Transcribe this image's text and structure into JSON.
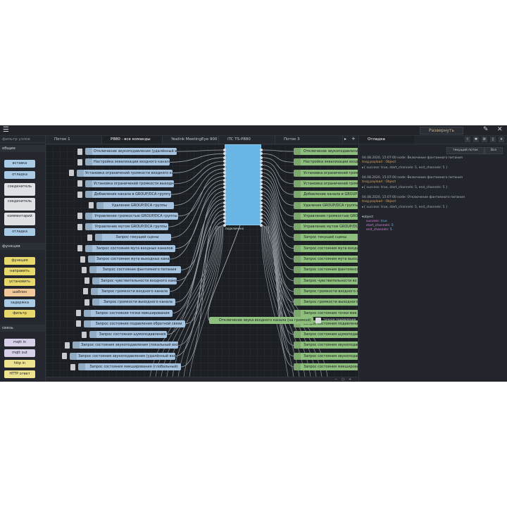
{
  "header": {
    "deploy_label": "Развернуть"
  },
  "palette": {
    "filter_placeholder": "фильтр узлов",
    "categories": [
      {
        "label": "общие",
        "nodes": [
          "вставка",
          "отладка",
          "соединитель",
          "соединитель",
          "комментарий",
          "отладка"
        ]
      },
      {
        "label": "функция",
        "nodes": [
          "функция",
          "направить",
          "установить",
          "шаблон",
          "задержка",
          "фильтр"
        ]
      },
      {
        "label": "связь",
        "nodes": [
          "mqtt in",
          "mqtt out",
          "http in",
          "HTTP ответ"
        ]
      }
    ]
  },
  "tabs": [
    "Поток 1",
    "P880 - все команды",
    "Yealink MeetingEye 900",
    "ITC TS-P880",
    "Поток 3"
  ],
  "left_nodes": [
    "Отключение звукоподавления (удалённый вход)",
    "Настройка эквализации входного канала",
    "Установка ограничений громкости входного канала",
    "Установка ограничений громкости выходного канала",
    "Добавление канала в GROUP/DCA группу",
    "Удаление GROUP/DCA группы",
    "Управление громкостью GROUP/DCA группы",
    "Управление мутом GROUP/DCA группы",
    "Запрос текущей сцены",
    "Запрос состояния мута входных каналов",
    "Запрос состояния мута выходных каналов",
    "Запрос состояния фантомного питания",
    "Запрос чувствительности входного канала",
    "Запрос громкости входного канала",
    "Запрос громкости выходного канала",
    "Запрос состояния точки микширования",
    "Запрос состояния подавления обратной связи",
    "Запрос состояния шумоподавления",
    "Запрос состояния звукоподавления (локальный вход)",
    "Запрос состояния звукоподавления (удалённый вход)",
    "Запрос состояния микширования (глобальный)"
  ],
  "right_nodes": [
    "Отключение звукоподавления",
    "Настройка эквализации входн",
    "Установка ограничений гром",
    "Установка ограничений гром",
    "Добавление канала в GROUP",
    "Удаление GROUP/DCA группы",
    "Управление громкостью GRO",
    "Управление мутом GROUP/DC",
    "Запрос текущей сцены",
    "Запрос состояния мута входн",
    "Запрос состояния мута выход",
    "Запрос состояния фантомног",
    "Запрос чувствительности вх",
    "Запрос громкости входного к",
    "Запрос громкости выходного",
    "Запрос состояния точки мик",
    "Запрос состояния подавлени",
    "Запрос состояния шумоподав",
    "Запрос состояния звукоподав",
    "Запрос состояния звукоподав",
    "Запрос состояния микширова"
  ],
  "center_node": {
    "label": "Отключение звука входного канала (на громкой)",
    "status": "точное подавление"
  },
  "big_node_caption": "подключено",
  "sidebar": {
    "title": "Отладка",
    "filter_label": "текущий поток",
    "all_label": "Все",
    "messages": [
      {
        "meta": "04.08.2020, 15:07:00   node: Включение фантомного питания",
        "path": "tnsg.payload : Object",
        "obj": "▸{ success: true, start_channels: 5, end_channels: 5 }"
      },
      {
        "meta": "04.08.2020, 15:07:00   node: Включение фантомного питания",
        "path": "tnsg.payload : Object",
        "obj": "▸{ success: true, start_channels: 5, end_channels: 5 }"
      },
      {
        "meta": "04.08.2020, 15:07:00   node: Отключение фантомного питания",
        "path": "tnsg.payload : Object",
        "obj": "▸{ success: true, start_channels: 5, end_channels: 5 }"
      }
    ],
    "expanded": {
      "head": "▾object",
      "rows": [
        {
          "key": "success",
          "value": "true"
        },
        {
          "key": "start_channels",
          "value": "5"
        },
        {
          "key": "end_channels",
          "value": "5"
        }
      ]
    }
  },
  "colors": {
    "function_node": "#a6c3df",
    "comment_node": "#8fbf7d",
    "big_node": "#69b5e6",
    "background": "#1b1e23"
  }
}
